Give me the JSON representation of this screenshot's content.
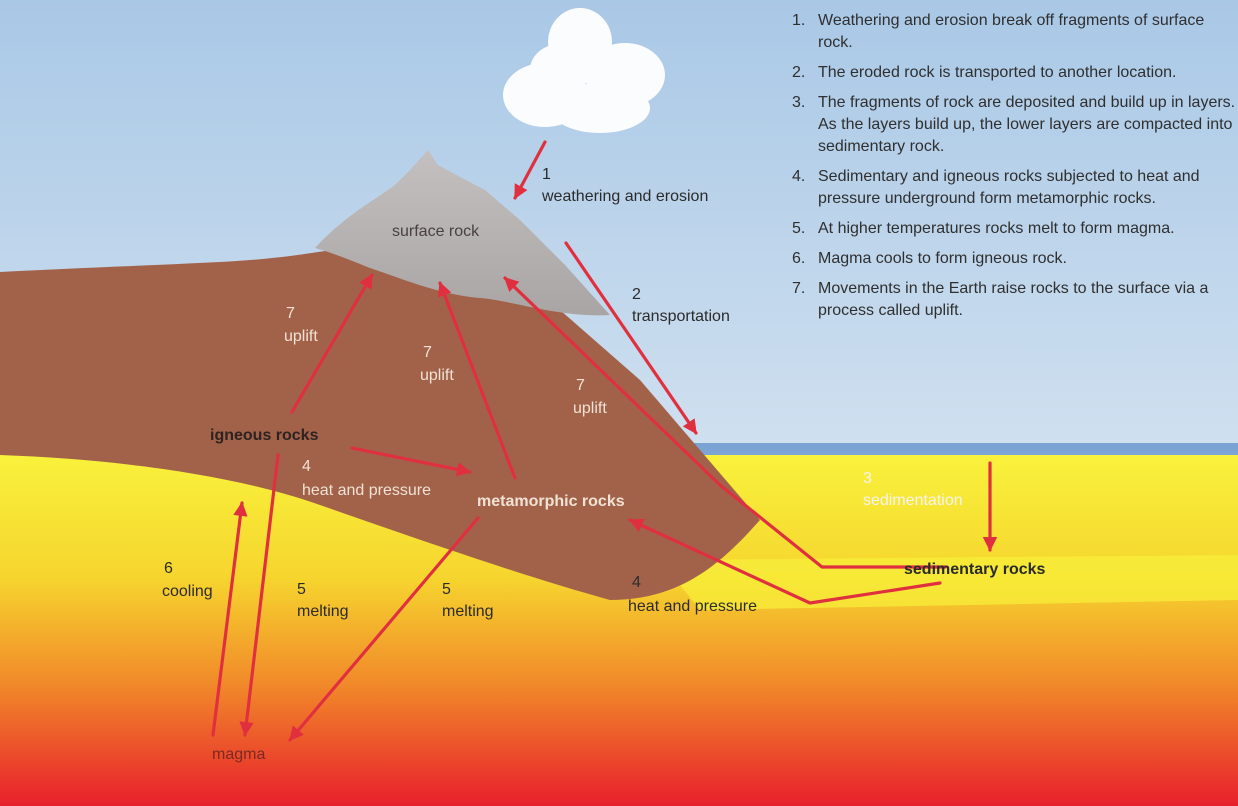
{
  "colors": {
    "arrow": "#e0303f",
    "sky_top": "#a9c8e6",
    "sky_bottom": "#e8f0f6",
    "sea": "#7ea7d6",
    "crust": "#a2624a",
    "surface_rock": "#b9b4b4",
    "mantle_top": "#f8f13a",
    "mantle_bottom": "#e81f2c",
    "sediment": "#d8d8cc"
  },
  "labels": {
    "surface_rock": "surface rock",
    "step1_num": "1",
    "step1_text": "weathering and erosion",
    "step2_num": "2",
    "step2_text": "transportation",
    "step3_num": "3",
    "step3_text": "sedimentation",
    "uplift_a_num": "7",
    "uplift_a_text": "uplift",
    "uplift_b_num": "7",
    "uplift_b_text": "uplift",
    "uplift_c_num": "7",
    "uplift_c_text": "uplift",
    "igneous_rocks": "igneous rocks",
    "heat_pressure_a_num": "4",
    "heat_pressure_a_text": "heat and pressure",
    "metamorphic_rocks": "metamorphic rocks",
    "sedimentary_rocks": "sedimentary rocks",
    "heat_pressure_b_num": "4",
    "heat_pressure_b_text": "heat and pressure",
    "cooling_num": "6",
    "cooling_text": "cooling",
    "melting_a_num": "5",
    "melting_a_text": "melting",
    "melting_b_num": "5",
    "melting_b_text": "melting",
    "magma": "magma"
  },
  "legend": [
    {
      "num": "1.",
      "text": "Weathering and erosion break off fragments of surface rock."
    },
    {
      "num": "2.",
      "text": "The eroded rock is transported to another location."
    },
    {
      "num": "3.",
      "text": "The fragments of rock are deposited and build up in layers. As the layers build up, the lower layers are compacted into sedimentary rock."
    },
    {
      "num": "4.",
      "text": "Sedimentary and igneous rocks subjected to heat and pressure underground form metamorphic rocks."
    },
    {
      "num": "5.",
      "text": "At higher temperatures rocks melt to form magma."
    },
    {
      "num": "6.",
      "text": "Magma cools to form igneous rock."
    },
    {
      "num": "7.",
      "text": "Movements in the Earth raise rocks to the surface via a process called uplift."
    }
  ]
}
